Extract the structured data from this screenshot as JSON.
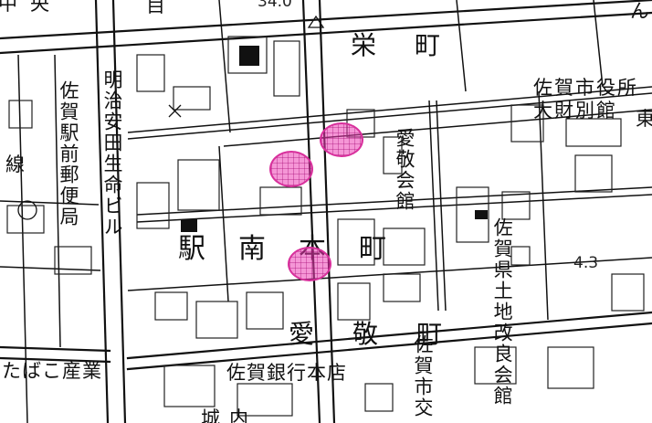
{
  "map": {
    "districts": {
      "sakae": "栄町",
      "ekiminami": "駅南本町",
      "aikei": "愛敬町"
    },
    "facilities": {
      "city_office": [
        "佐賀市役所",
        "大財別館"
      ],
      "meiji_bldg": "明治安田生命ビル",
      "post_office": "佐賀駅前郵便局",
      "aikei_hall": "愛敬会館",
      "land_office": "佐賀県土地改良会館",
      "bank": "佐賀銀行本店",
      "tobacco": "たばこ産業",
      "city_bus": "佐賀市交"
    },
    "fragments": {
      "top_left": "中央",
      "top_mid": "目",
      "top_num": "34.0",
      "left_edge": "線",
      "top_right": "ん",
      "right_edge": "東",
      "bottom": "城内"
    },
    "spot_heights": {
      "h1": "4.3"
    },
    "markers": [
      {
        "name": "site-1"
      },
      {
        "name": "site-2"
      },
      {
        "name": "site-3"
      }
    ],
    "marker_color": "#ec40b4"
  }
}
